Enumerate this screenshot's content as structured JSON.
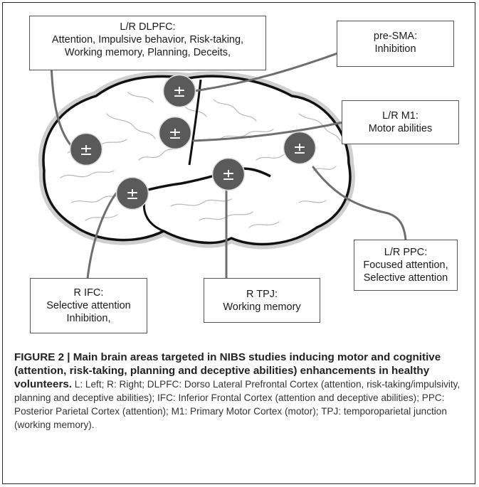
{
  "figure": {
    "marker_symbol": "±",
    "colors": {
      "brain_outline": "#111111",
      "sulci": "#b8b8b8",
      "marker_fill": "#5a5a5a",
      "marker_text": "#ffffff",
      "connector": "#6e6e6e"
    },
    "labels": {
      "dlpfc": {
        "title": "L/R DLPFC:",
        "lines": [
          "Attention, Impulsive behavior, Risk-taking,",
          "Working memory, Planning, Deceits,"
        ]
      },
      "presma": {
        "title": "pre-SMA:",
        "lines": [
          "Inhibition"
        ]
      },
      "m1": {
        "title": "L/R M1:",
        "lines": [
          "Motor abilities"
        ]
      },
      "ppc": {
        "title": "L/R PPC:",
        "lines": [
          "Focused attention,",
          "Selective attention"
        ]
      },
      "tpj": {
        "title": "R TPJ:",
        "lines": [
          "Working memory"
        ]
      },
      "ifc": {
        "title": "R IFC:",
        "lines": [
          "Selective attention",
          "Inhibition,"
        ]
      }
    }
  },
  "caption": {
    "lead": "FIGURE 2 | Main brain areas targeted in NIBS studies inducing motor and cognitive (attention, risk-taking, planning and deceptive abilities) enhancements in healthy volunteers.",
    "body": " L: Left; R: Right; DLPFC: Dorso Lateral Prefrontal Cortex (attention, risk-taking/impulsivity, planning and deceptive abilities); IFC: Inferior Frontal Cortex (attention and deceptive abilities); PPC: Posterior Parietal Cortex (attention); M1: Primary Motor Cortex (motor); TPJ: temporoparietal junction (working memory)."
  }
}
